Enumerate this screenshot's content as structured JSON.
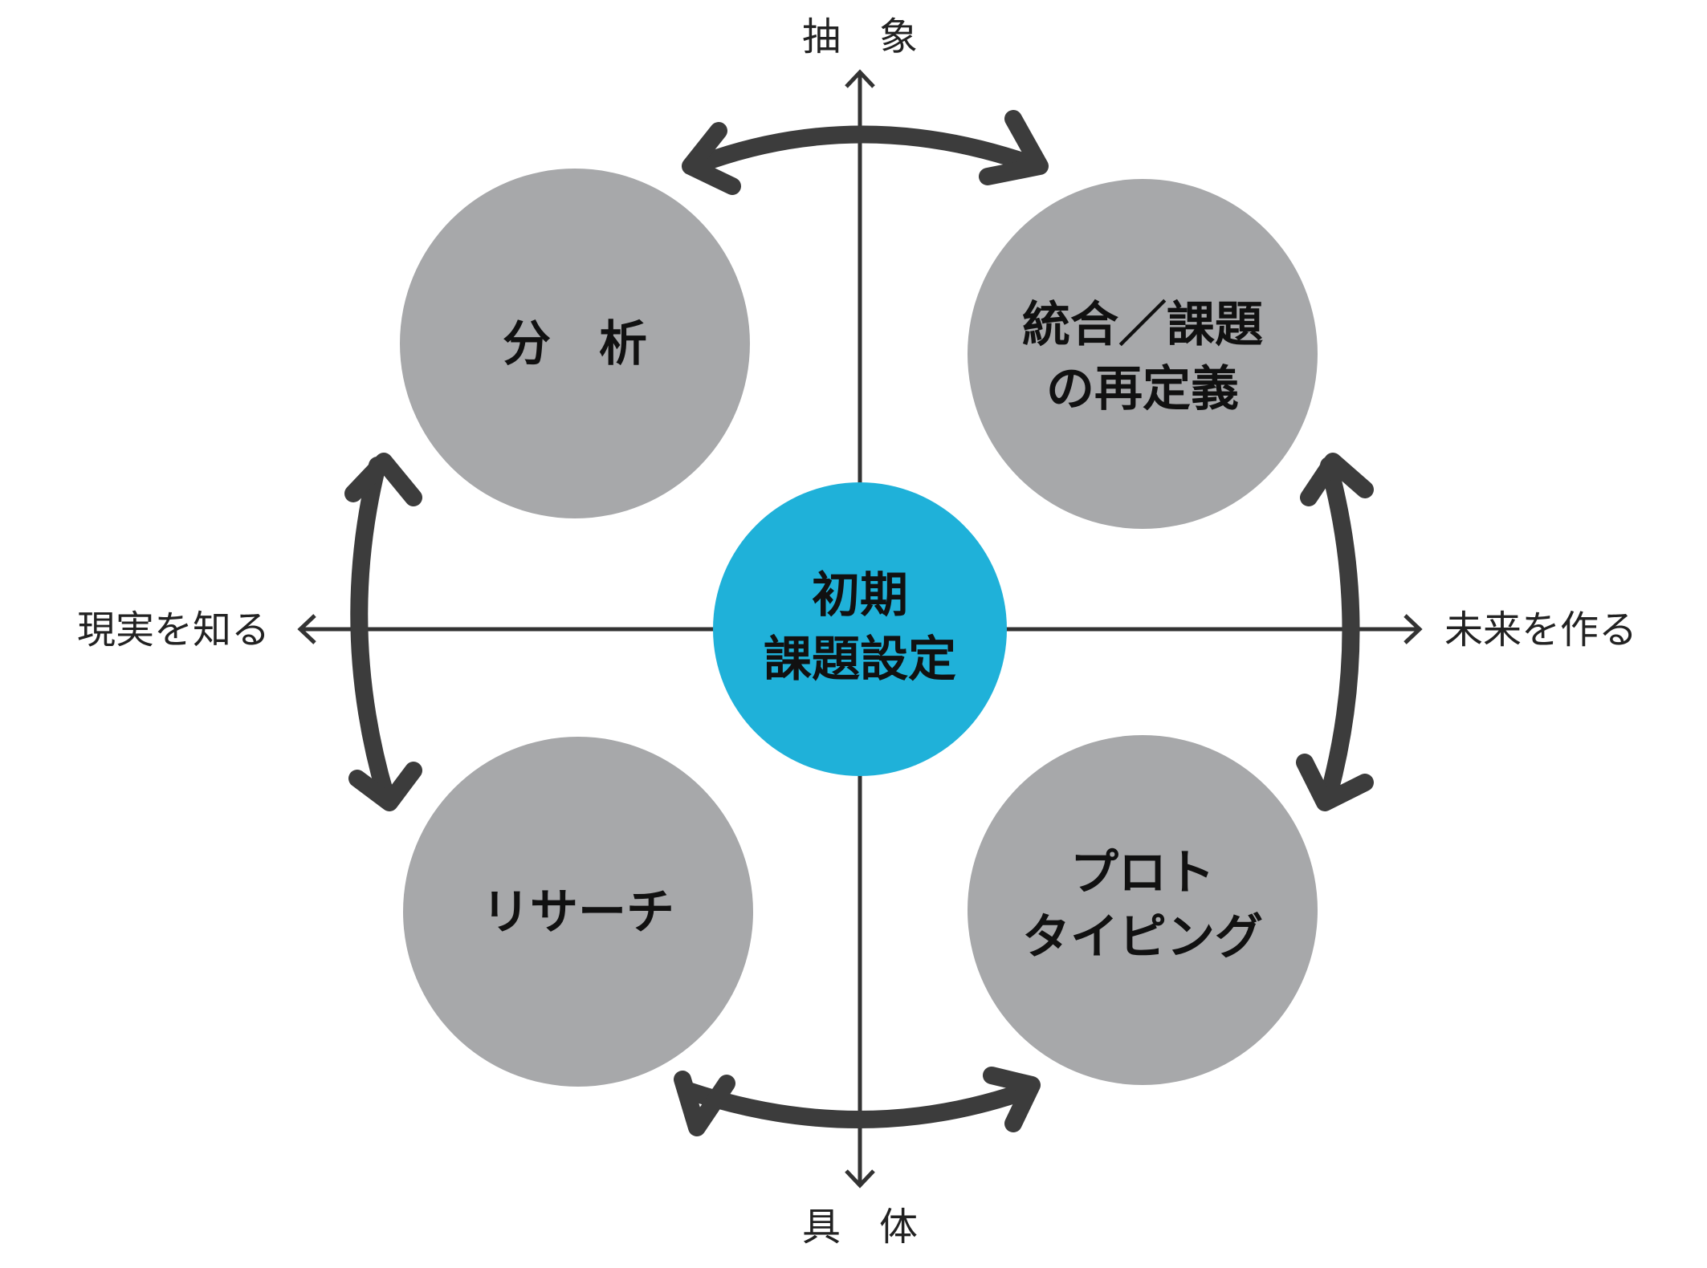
{
  "colors": {
    "node_fill": "#a7a8aa",
    "center_fill": "#1fb1d9",
    "arrow": "#3c3c3c",
    "axis": "#333333",
    "text": "#111111"
  },
  "axes": {
    "top": "抽　象",
    "bottom": "具　体",
    "left": "現実を知る",
    "right": "未来を作る"
  },
  "center": {
    "lines": [
      "初期",
      "課題設定"
    ]
  },
  "nodes": {
    "top_left": {
      "lines": [
        "分　析"
      ]
    },
    "top_right": {
      "lines": [
        "統合／課題",
        "の再定義"
      ]
    },
    "bottom_left": {
      "lines": [
        "リサーチ"
      ]
    },
    "bottom_right": {
      "lines": [
        "プロト",
        "タイピング"
      ]
    }
  }
}
